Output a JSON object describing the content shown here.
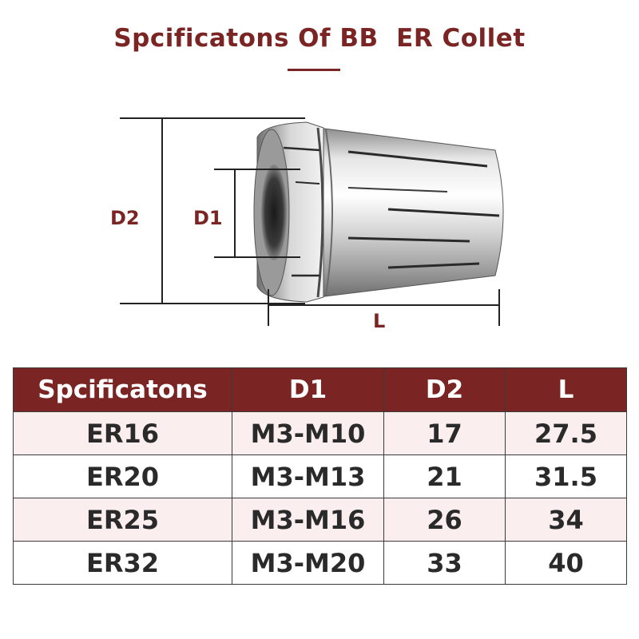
{
  "header": {
    "title": "Spcificatons Of BB  ER Collet"
  },
  "diagram": {
    "labels": {
      "d2": "D2",
      "d1": "D1",
      "l": "L"
    },
    "label_color": "#7a2524"
  },
  "table": {
    "headers": [
      "Spcificatons",
      "D1",
      "D2",
      "L"
    ],
    "rows": [
      [
        "ER16",
        "M3-M10",
        "17",
        "27.5"
      ],
      [
        "ER20",
        "M3-M13",
        "21",
        "31.5"
      ],
      [
        "ER25",
        "M3-M16",
        "26",
        "34"
      ],
      [
        "ER32",
        "M3-M20",
        "33",
        "40"
      ]
    ],
    "header_bg": "#7a2524",
    "alt_row_bg": "#fbeeee"
  }
}
